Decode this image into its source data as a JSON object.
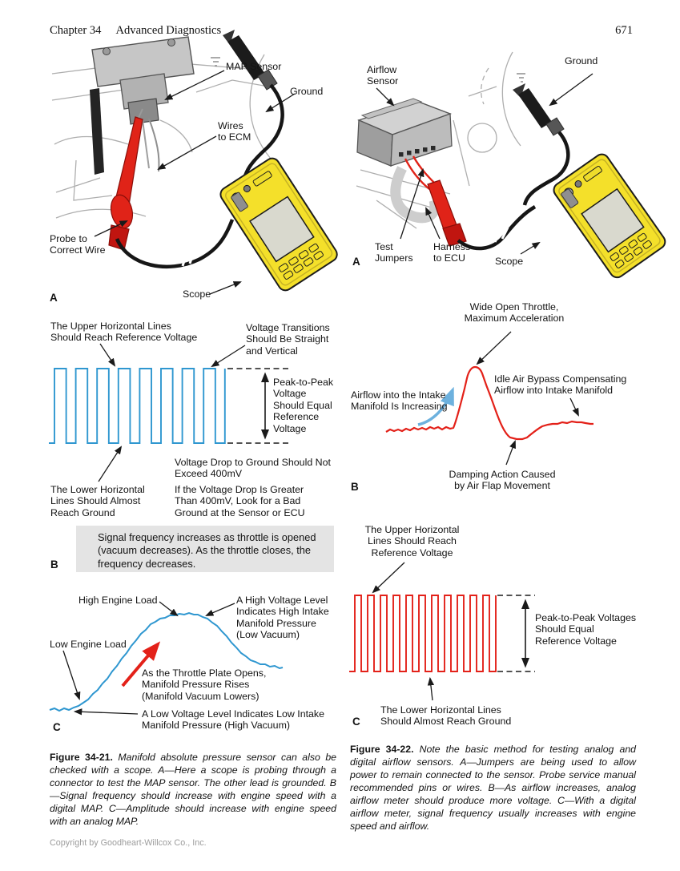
{
  "header": {
    "chapter_label": "Chapter 34",
    "chapter_title": "Advanced Diagnostics",
    "page_number": "671"
  },
  "colors": {
    "waveform_blue": "#2f97d0",
    "waveform_red": "#e32119",
    "arrow_blue": "#6db1de",
    "note_background": "#e4e4e4",
    "scope_yellow": "#f4e02a",
    "probe_red": "#e02318"
  },
  "fig21": {
    "a": {
      "map_sensor": "MAP Sensor",
      "ground": "Ground",
      "wires_to_ecm": "Wires\nto ECM",
      "probe": "Probe to\nCorrect Wire",
      "scope": "Scope",
      "letter": "A"
    },
    "b": {
      "upper": "The Upper Horizontal Lines\nShould Reach Reference Voltage",
      "transitions": "Voltage Transitions\nShould Be Straight\nand Vertical",
      "peak_to_peak": "Peak-to-Peak\nVoltage\nShould Equal\nReference\nVoltage",
      "voltage_drop": "Voltage Drop to Ground Should Not\nExceed 400mV",
      "lower": "The Lower Horizontal\nLines Should Almost\nReach Ground",
      "if_drop": "If the Voltage Drop Is Greater\nThan 400mV, Look for a Bad\nGround at the Sensor or ECU",
      "note": "Signal frequency increases as throttle is opened\n(vacuum decreases). As the throttle closes, the\nfrequency decreases.",
      "letter": "B"
    },
    "c": {
      "high_engine_load": "High Engine Load",
      "high_voltage": "A High Voltage Level\nIndicates High Intake\nManifold Pressure\n(Low Vacuum)",
      "low_engine_load": "Low Engine Load",
      "throttle_opens": "As the Throttle Plate Opens,\nManifold Pressure Rises\n(Manifold Vacuum Lowers)",
      "low_voltage": "A Low Voltage Level Indicates Low Intake\nManifold Pressure (High Vacuum)",
      "letter": "C"
    },
    "caption_label": "Figure 34-21.",
    "caption_text": " Manifold absolute pressure sensor can also be checked with a scope. A—Here a scope is probing through a connector to test the MAP sensor. The other lead is grounded. B—Signal frequency should increase with engine speed with a digital MAP. C—Amplitude should increase with engine speed with an analog MAP."
  },
  "fig22": {
    "a": {
      "airflow_sensor": "Airflow\nSensor",
      "ground": "Ground",
      "test_jumpers": "Test\nJumpers",
      "harness": "Harness\nto ECU",
      "scope": "Scope",
      "letter": "A"
    },
    "b": {
      "wide_open_throttle": "Wide Open Throttle,\nMaximum Acceleration",
      "idle_air_bypass": "Idle Air Bypass Compensating\nAirflow into Intake Manifold",
      "airflow_increasing": "Airflow into the Intake\nManifold Is Increasing",
      "damping": "Damping Action Caused\nby Air Flap Movement",
      "letter": "B"
    },
    "c": {
      "upper": "The Upper Horizontal\nLines Should Reach\nReference Voltage",
      "peak_to_peak": "Peak-to-Peak Voltages\nShould Equal\nReference Voltage",
      "lower": "The Lower Horizontal Lines\nShould Almost Reach Ground",
      "letter": "C"
    },
    "caption_label": "Figure 34-22.",
    "caption_text": " Note the basic method for testing analog and digital airflow sensors. A—Jumpers are being used to allow power to remain connected to the sensor. Probe service manual recommended pins or wires. B—As airflow increases, analog airflow meter should produce more voltage. C—With a digital airflow meter, signal frequency usually increases with engine speed and airflow."
  },
  "footer": {
    "copyright": "Copyright by Goodheart-Willcox Co., Inc."
  }
}
